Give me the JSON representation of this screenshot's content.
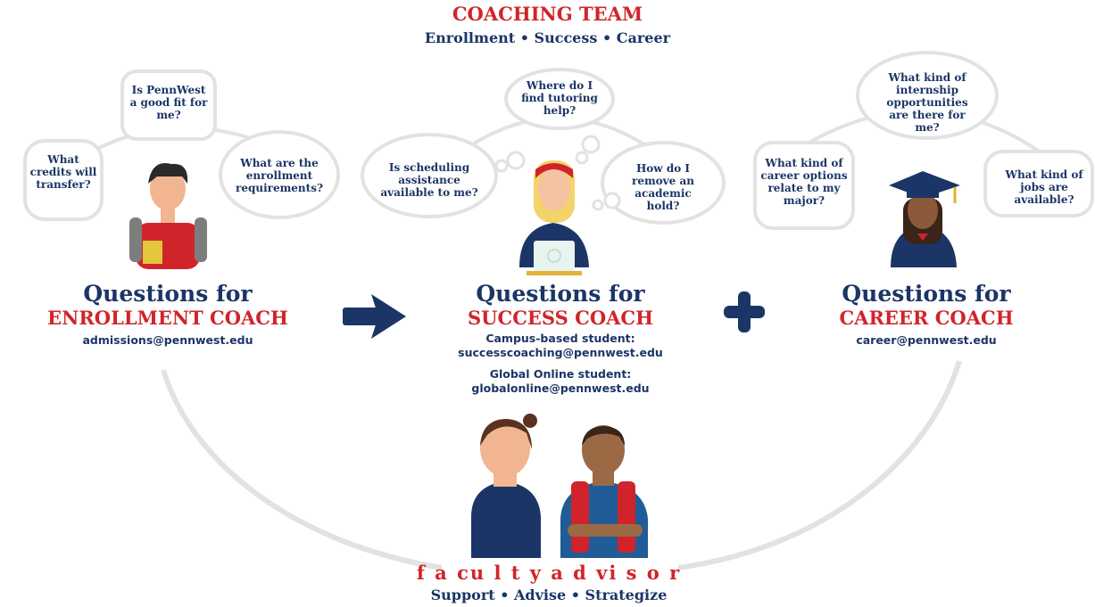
{
  "header": {
    "title": "COACHING TEAM",
    "subtitle": "Enrollment • Success • Career"
  },
  "enrollment": {
    "bubbles": [
      "What credits will transfer?",
      "Is PennWest a good fit for me?",
      "What are the enrollment requirements?"
    ],
    "heading": "Questions for",
    "coach": "ENROLLMENT COACH",
    "email": "admissions@pennwest.edu"
  },
  "success": {
    "bubbles": [
      "Is scheduling assistance available to me?",
      "Where do I find tutoring help?",
      "How do I remove an academic hold?"
    ],
    "heading": "Questions for",
    "coach": "SUCCESS COACH",
    "campus_label": "Campus-based student:",
    "campus_email": "successcoaching@pennwest.edu",
    "online_label": "Global Online student:",
    "online_email": "globalonline@pennwest.edu"
  },
  "career": {
    "bubbles": [
      "What kind of career options relate to my major?",
      "What kind of internship opportunities are there for me?",
      "What kind of jobs are available?"
    ],
    "heading": "Questions for",
    "coach": "CAREER COACH",
    "email": "career@pennwest.edu"
  },
  "advisor": {
    "title": "f a cu l t y  a d vi s o r",
    "tagline": "Support • Advise • Strategize"
  },
  "colors": {
    "navy": "#1b3566",
    "red": "#d1242a",
    "arc": "#e2e2e2"
  },
  "icons": [
    "arrow-right-icon",
    "plus-icon"
  ]
}
